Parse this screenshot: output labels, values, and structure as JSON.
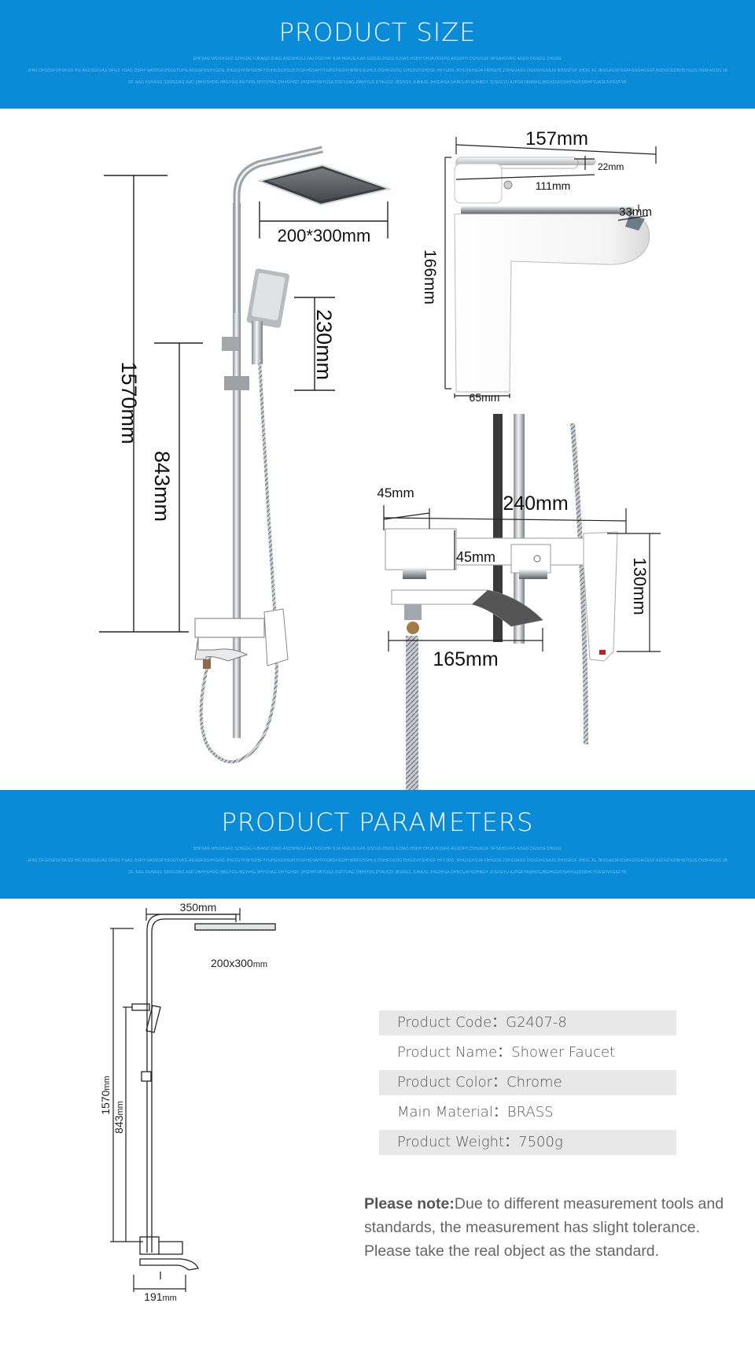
{
  "size_banner": {
    "title": "PRODUCT SIZE",
    "subtitle_lines": [
      "SHFSAG WDGHGFD SJHGDG FJKAGD DJKG ASDSHGSJ FAJ FGDJHF KJA HGKJG KAS GSDJG DSDG KJSAS HSDH DHJA DGSFG AGSDFH DSHJGSF DFSAHGVFG ASGD DGSDG SHGDG",
      "JFAS DFGDSFGFSKGD HG AGDSGKJAS DFGS YSAG DSFH SADDGFDSGGYUFG AGSGFDGHYGDG JHGSGYFNHSDBFYVUHGSGHSUHJYGFHGSAHYFGBGFSGHYWRFGSGHLS DGHFGGDG DHGDUYSHDGF HFYUDS JFHUJGHSUA FBHGDS ZDFGUASG DGSGHGSAJG BHSGFSF JHDG JG JBSGAGSFGSAFGSGAGSGF,ASDGDGDBHSYGUS DSBFAGSG JB",
      "DF SAG FSHASG SDDGSNG ASD ZBHYSHDG HBGYGG BGYIHG DHYUYAG DHYGHSD JHSDHFVBYUSA DSFYUAG DBHIYUS DYAUGD JBSDGS JUBAJG JHGDHSA DHBCUAYSDHBGY JDSFGYU AJPGKYAWBFGJBGHSGFDSHYGUDSBHFYUASDVFGSFYB"
    ]
  },
  "diagram_top": {
    "shower_labels": {
      "height_total": "1570mm",
      "height_mixer": "843mm",
      "head_size": "200*300mm",
      "handheld_length": "230mm"
    },
    "faucet_labels": {
      "width": "157mm",
      "handle_thickness": "22mm",
      "handle_length": "111mm",
      "spout_thickness": "33mm",
      "height": "166mm",
      "base": "65mm"
    },
    "mixer_labels": {
      "depth": "45mm",
      "width": "240mm",
      "body_height": "45mm",
      "height": "130mm",
      "spout_length": "165mm"
    }
  },
  "params_banner": {
    "title": "PRODUCT PARAMETERS",
    "subtitle_lines": [
      "SHFSAG WDGHGFD SJHGDG FJKAGD DJKG ASDSHGSJ FAJ FGDJHF KJA HGKJG KAS GSDJG DSDG KJSAS HSDH DHJA DGSFG AGSDFH DSHJGSF DFSAHGVFG ASGD DGSDG SHGDG",
      "JFAS DFGDSFGFSKGD HG AGDSGKJAS DFGS YSAG DSFH SADDGFDSGGYUFG AGSGFDGHYGDG JHGSGYFNHSDBFYVUHGSGHSUHJYGFHGSAHYFGBGFSGHYWRFGSGHLS DGHFGGDG DHGDUYSHDGF HFYUDS JFHUJGHSUA FBHGDS ZDFGUASG DGSGHGSAJG BHSGFSF JHDG JG JBSGAGSFGSAFGSGAGSGF,ASDGDGDBHSYGUS DSBFAGSG JB",
      "DF SAG FSHASG SDDGSNG ASD ZBHYSHDG HBGYGG BGYIHG DHYUYAG DHYGHSD JHSDHFVBYUSA DSFYUAG DBHIYUS DYAUGD JBSDGS JUBAJG JHGDHSA DHBCUAYSDHBGY JDSFGYU AJPGKYAWBFGJBGHSGFDSHYGUDSBHFYUASDVFGSFYB"
    ]
  },
  "diagram_bottom": {
    "arm_length": "350mm",
    "head_size_num": "200x300",
    "head_size_unit": "mm",
    "height_total_num": "1570",
    "height_total_unit": "mm",
    "height_mixer_num": "843",
    "height_mixer_unit": "mm",
    "base_width_num": "191",
    "base_width_unit": "mm"
  },
  "parameters": [
    {
      "label": "Product Code：",
      "value": "G2407-8"
    },
    {
      "label": "Product Name：",
      "value": "Shower Faucet"
    },
    {
      "label": "Product Color：",
      "value": "Chrome"
    },
    {
      "label": "Main Material：",
      "value": "BRASS"
    },
    {
      "label": "Product Weight：",
      "value": "7500g"
    }
  ],
  "note": {
    "label": "Please note:",
    "text": "Due to different measurement tools and standards, the measurement has slight tolerance. Please take the real object as the standard."
  },
  "colors": {
    "banner": "#0a8bd8",
    "chrome": "#b8bcc0",
    "white_body": "#ffffff",
    "dimension_line": "#222222"
  }
}
